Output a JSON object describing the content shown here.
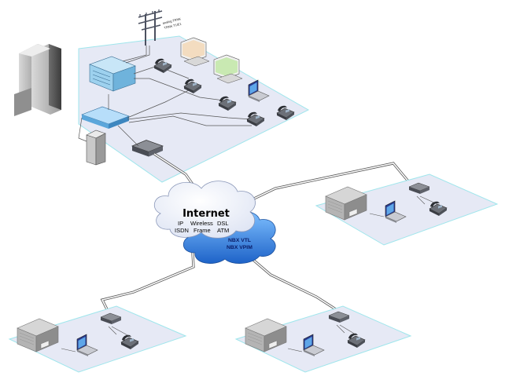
{
  "cloud": {
    "title": "Internet",
    "row1": [
      "IP",
      "Wireless",
      "DSL"
    ],
    "row2": [
      "ISDN",
      "Frame",
      "ATM"
    ],
    "nbx": [
      "NBX VTL",
      "NBX VPIM"
    ]
  },
  "pole": {
    "line1": "analog TRNK",
    "line2": "TRNK T1/E1"
  },
  "colors": {
    "floor_fill": "#e6e9f5",
    "floor_edge": "#9fe6ec",
    "cloud_white": "#f3f5fc",
    "cloud_blue": "#3b8fe6",
    "device_blue": "#9dd1ee",
    "cable": "#555555"
  }
}
